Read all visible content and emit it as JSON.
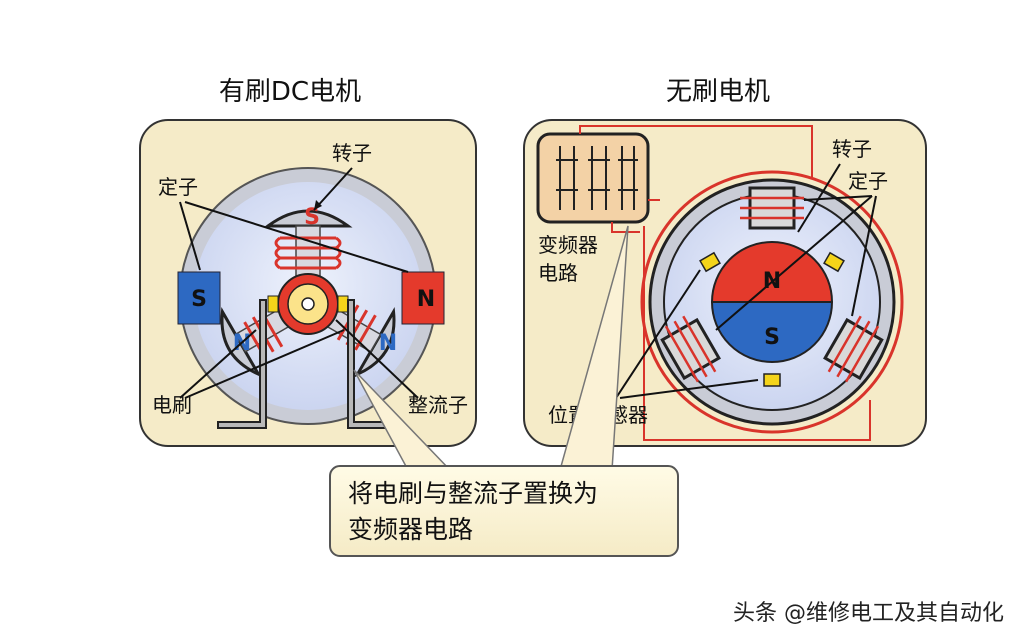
{
  "left": {
    "title": "有刷DC电机",
    "labels": {
      "rotor": "转子",
      "stator": "定子",
      "brush": "电刷",
      "commutator": "整流子"
    },
    "poles": {
      "stator_left": "S",
      "stator_right": "N",
      "rotor_top": "S",
      "rotor_left": "N",
      "rotor_right": "N"
    }
  },
  "right": {
    "title": "无刷电机",
    "labels": {
      "rotor": "转子",
      "stator": "定子",
      "inverter_line1": "变频器",
      "inverter_line2": "电路",
      "position_sensor": "位置传感器"
    },
    "poles": {
      "north": "N",
      "south": "S"
    }
  },
  "callout": {
    "line1": "将电刷与整流子置换为",
    "line2": "变频器电路"
  },
  "watermark": "头条 @维修电工及其自动化",
  "colors": {
    "panel_bg": "#f5ebc8",
    "housing": "#c9ccd6",
    "inner": "#dbe2f5",
    "red_pole": "#e43a2c",
    "blue_pole": "#2d69c2",
    "winding": "#d9342b",
    "sensor": "#f4d41a"
  }
}
